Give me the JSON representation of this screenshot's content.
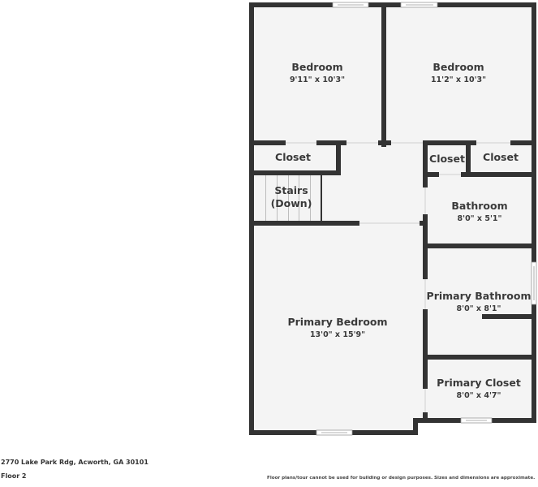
{
  "floorplan": {
    "colors": {
      "wall": "#333333",
      "floor": "#f4f4f4",
      "background": "#ffffff",
      "text": "#3a3a3a",
      "window_frame": "#999999"
    },
    "rooms": [
      {
        "id": "bedroom-1",
        "name": "Bedroom",
        "dimensions": "9'11\" x 10'3\""
      },
      {
        "id": "bedroom-2",
        "name": "Bedroom",
        "dimensions": "11'2\" x 10'3\""
      },
      {
        "id": "closet-left",
        "name": "Closet",
        "dimensions": ""
      },
      {
        "id": "closet-mid",
        "name": "Closet",
        "dimensions": ""
      },
      {
        "id": "closet-right",
        "name": "Closet",
        "dimensions": ""
      },
      {
        "id": "stairs",
        "name": "Stairs",
        "name_line2": "(Down)",
        "dimensions": ""
      },
      {
        "id": "bathroom",
        "name": "Bathroom",
        "dimensions": "8'0\" x 5'1\""
      },
      {
        "id": "primary-bathroom",
        "name": "Primary Bathroom",
        "dimensions": "8'0\" x 8'1\""
      },
      {
        "id": "primary-bedroom",
        "name": "Primary Bedroom",
        "dimensions": "13'0\" x 15'9\""
      },
      {
        "id": "primary-closet",
        "name": "Primary Closet",
        "dimensions": "8'0\" x 4'7\""
      }
    ]
  },
  "footer": {
    "address": "2770 Lake Park Rdg, Acworth, GA 30101",
    "floor": "Floor 2",
    "disclaimer": "Floor plans/tour cannot be used for building or design purposes. Sizes and dimensions are approximate."
  }
}
